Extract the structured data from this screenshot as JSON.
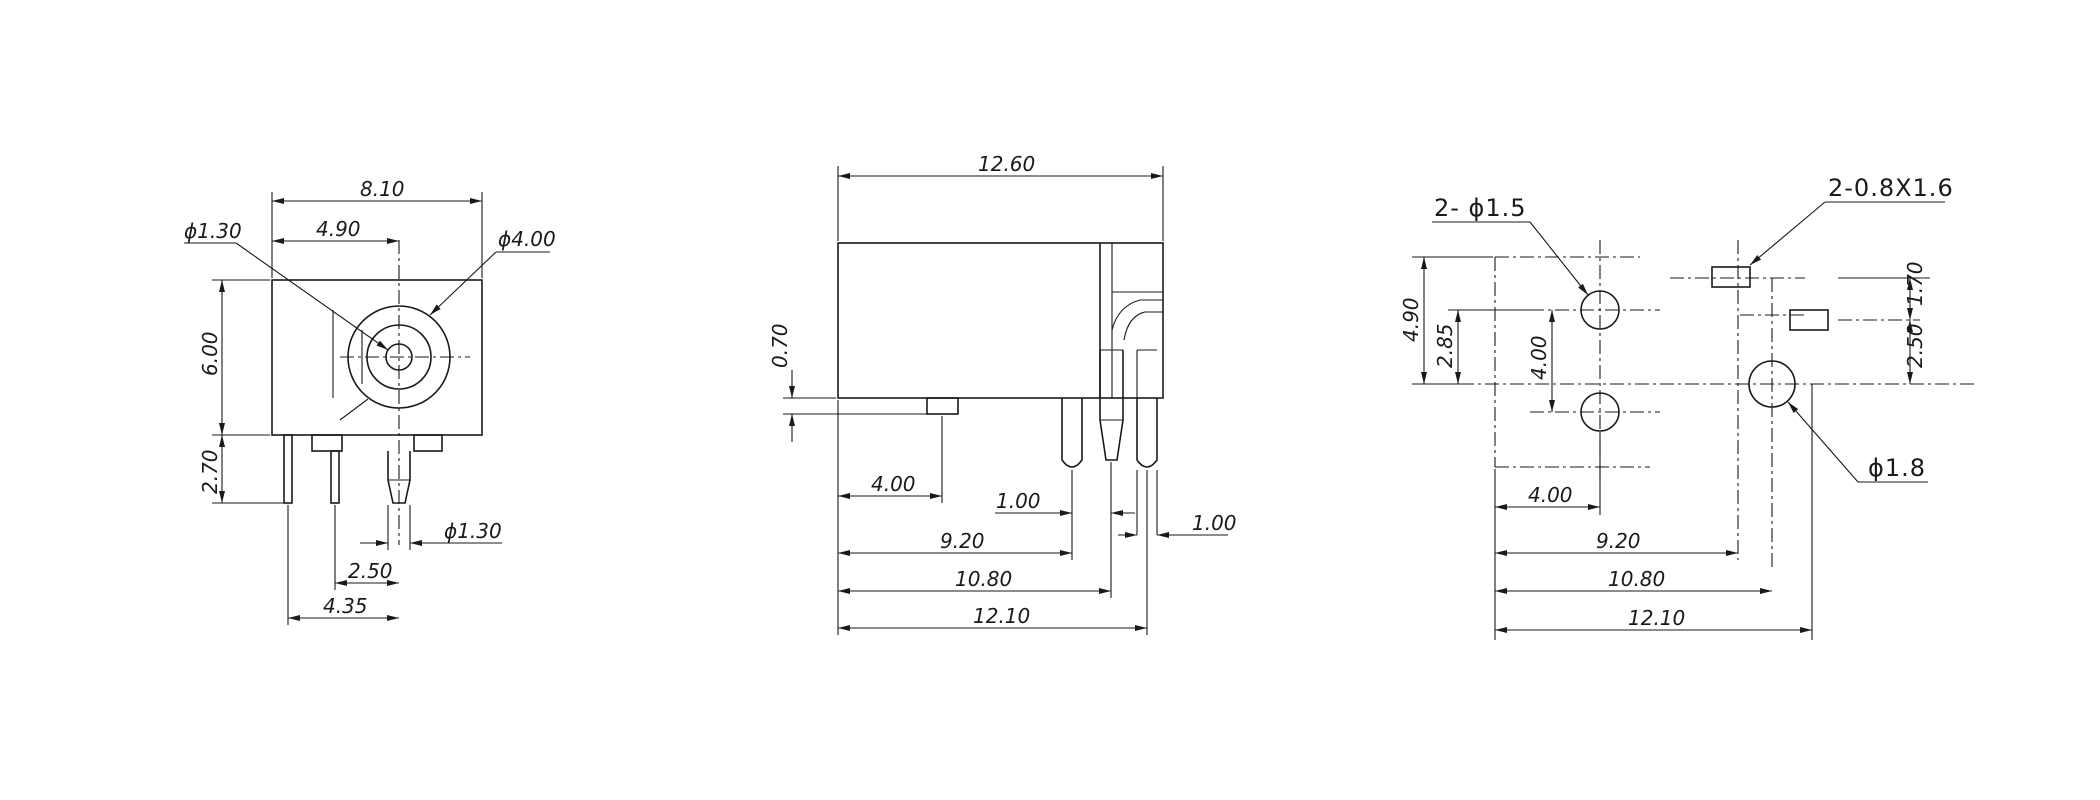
{
  "front_view": {
    "width": "8.10",
    "offset_center": "4.90",
    "height_body": "6.00",
    "height_pins": "2.70",
    "pin_dia_left": "ϕ1.30",
    "hole_dia": "ϕ4.00",
    "pin_dia_bottom": "ϕ1.30",
    "pin_spacing": "2.50",
    "pin_offset": "4.35"
  },
  "side_view": {
    "length_total": "12.60",
    "standoff": "0.70",
    "d1": "4.00",
    "pin_width_a": "1.00",
    "pin_width_b": "1.00",
    "d2": "9.20",
    "d3": "10.80",
    "d4": "12.10"
  },
  "pcb_layout": {
    "holes_label": "2- ϕ1.5",
    "slots_label": "2-0.8X1.6",
    "h1": "4.90",
    "h2": "2.85",
    "hole_pitch": "4.00",
    "slot_pitch": "1.70",
    "slot_offset": "2.50",
    "big_hole_label": "ϕ1.8",
    "d1": "4.00",
    "d2": "9.20",
    "d3": "10.80",
    "d4": "12.10"
  }
}
